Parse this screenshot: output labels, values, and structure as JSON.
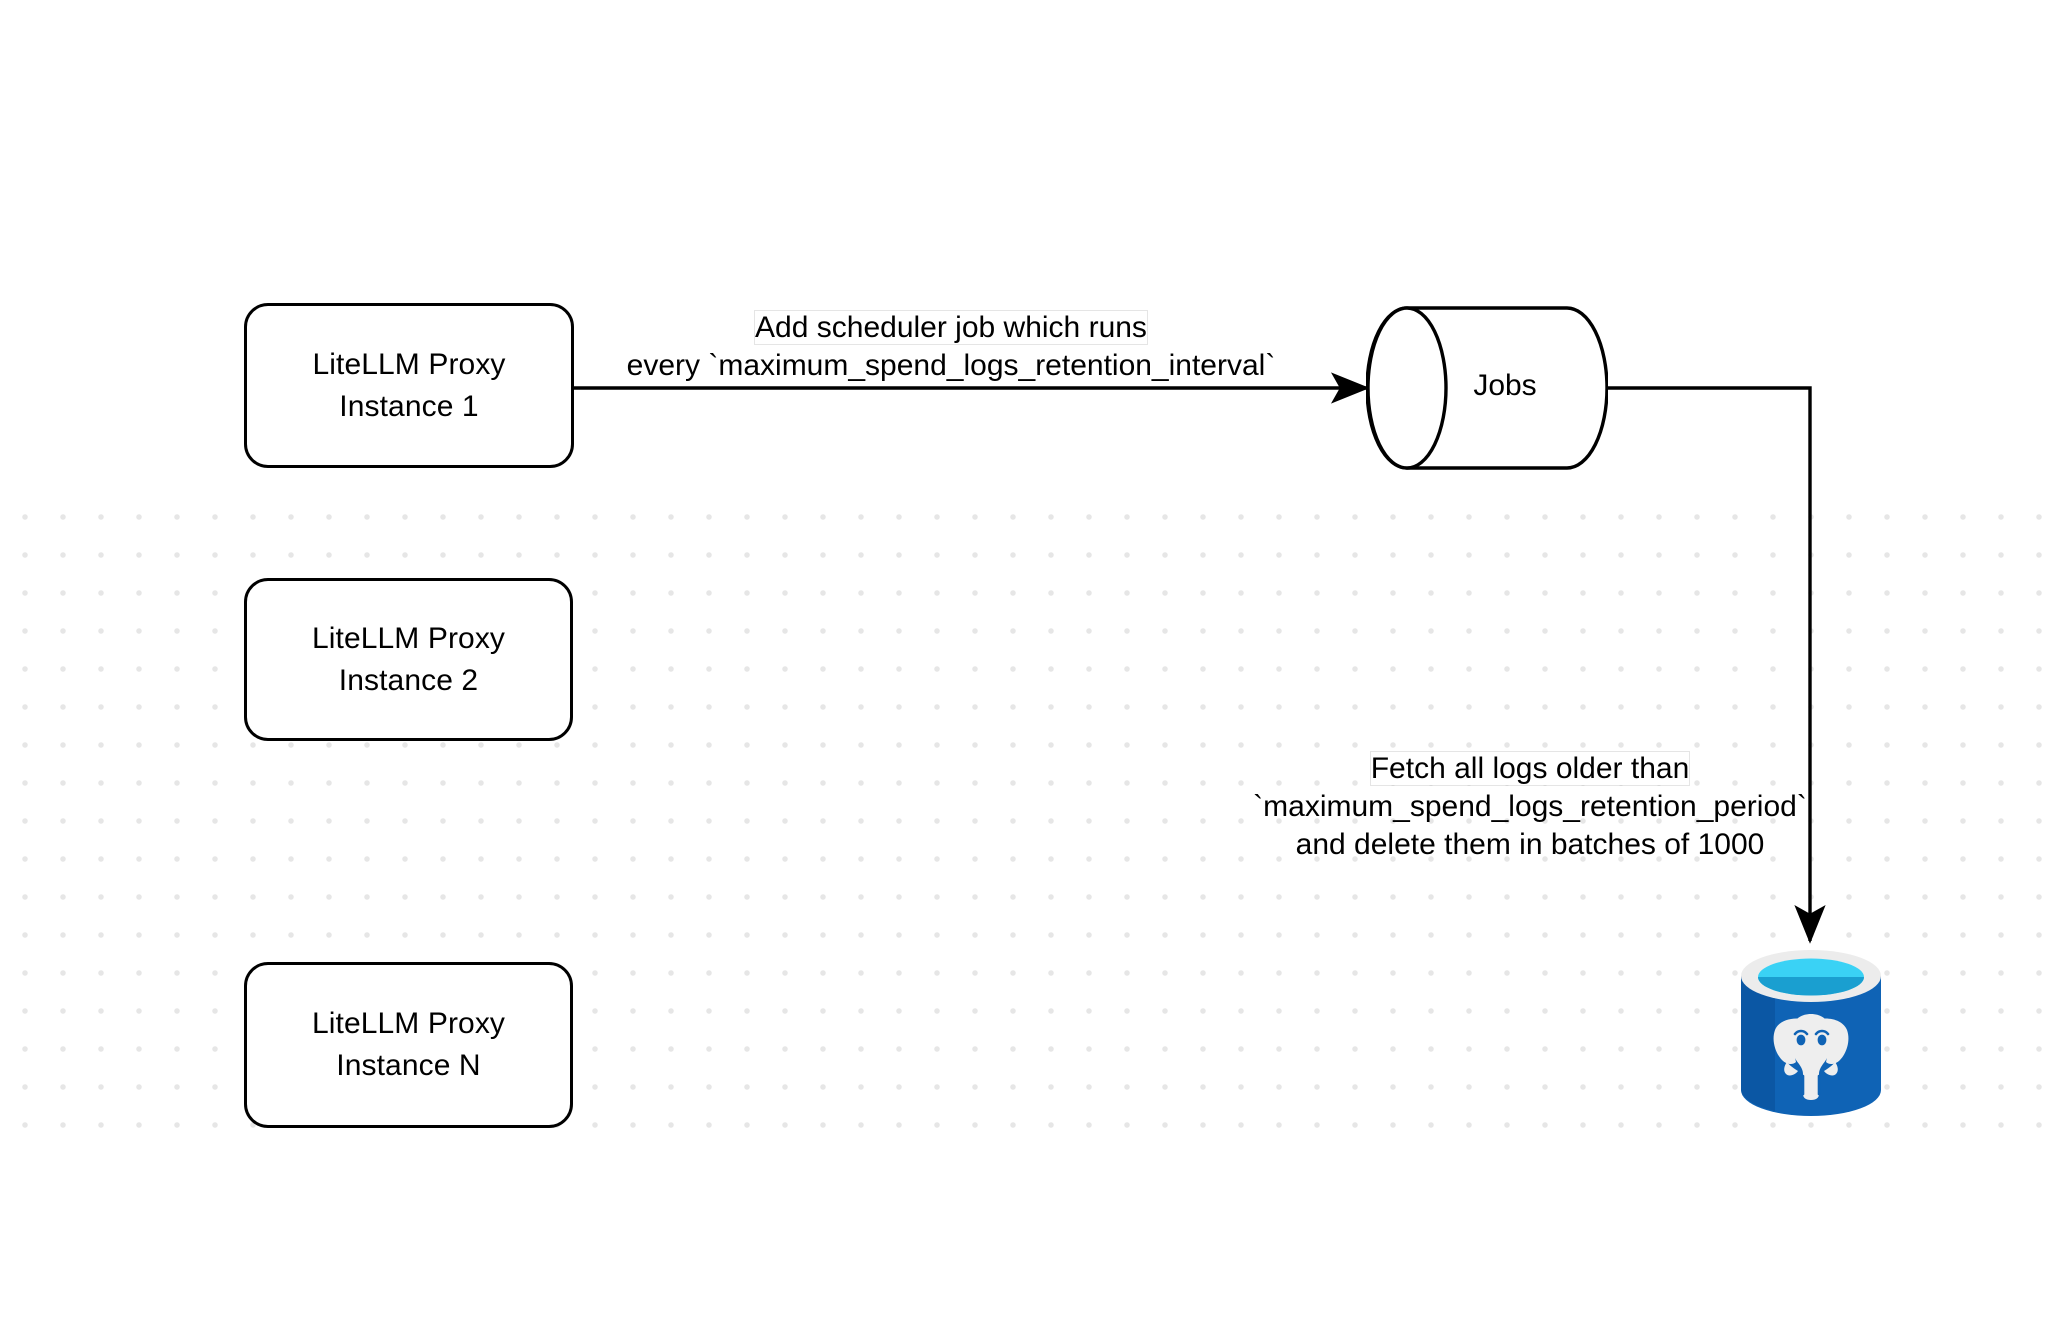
{
  "diagram": {
    "title": "LiteLLM spend logs retention scheduler flow",
    "background_color": "#ffffff",
    "grid_dot_color": "#e6e6e6",
    "stroke_color": "#000000",
    "nodes": {
      "proxy_instances": [
        {
          "id": "instance-1",
          "line1": "LiteLLM Proxy",
          "line2": "Instance 1"
        },
        {
          "id": "instance-2",
          "line1": "LiteLLM Proxy",
          "line2": "Instance 2"
        },
        {
          "id": "instance-n",
          "line1": "LiteLLM Proxy",
          "line2": "Instance N"
        }
      ],
      "jobs": {
        "label": "Jobs",
        "shape": "cylinder"
      },
      "database": {
        "label": "postgresql-database-icon",
        "shape": "cylinder",
        "body_color": "#0f63b5",
        "body_color_dark": "#0a4f96",
        "rim_color": "#ececec",
        "top_color": "#3ad2f5",
        "top_shadow_color": "#1a9fd0",
        "logo_color": "#eeeeee"
      }
    },
    "edges": [
      {
        "id": "edge-scheduler",
        "from": "instance-1",
        "to": "jobs",
        "label_lines": [
          "Add scheduler job which runs",
          "every `maximum_spend_logs_retention_interval`"
        ],
        "highlighted_line_index": 0
      },
      {
        "id": "edge-fetch-delete",
        "from": "jobs",
        "to": "database",
        "label_lines": [
          "Fetch all logs older than",
          "`maximum_spend_logs_retention_period`",
          "and delete them in batches of 1000"
        ],
        "highlighted_line_index": 0
      }
    ]
  }
}
